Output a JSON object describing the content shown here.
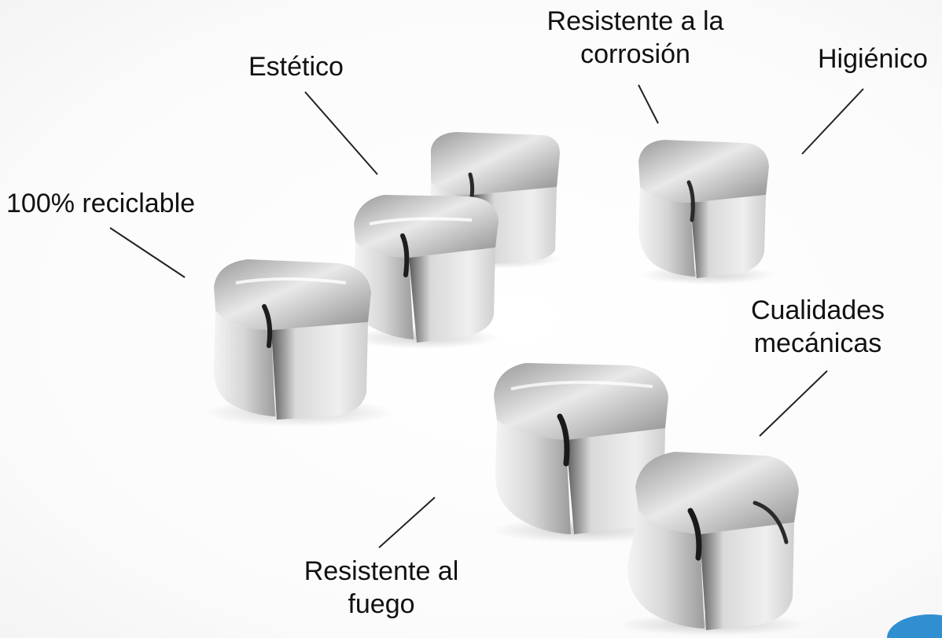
{
  "labels": {
    "reciclable": "100% reciclable",
    "estetico": "Estético",
    "corrosion_line1": "Resistente a la",
    "corrosion_line2": "corrosión",
    "higienico": "Higiénico",
    "mecanicas_line1": "Cualidades",
    "mecanicas_line2": "mecánicas",
    "fuego_line1": "Resistente al",
    "fuego_line2": "fuego"
  },
  "colors": {
    "text": "#111111",
    "steel_light": "#f2f2f2",
    "steel_mid": "#b9b9b9",
    "steel_dark": "#4a4a4a",
    "accent": "#2f8fd0"
  }
}
